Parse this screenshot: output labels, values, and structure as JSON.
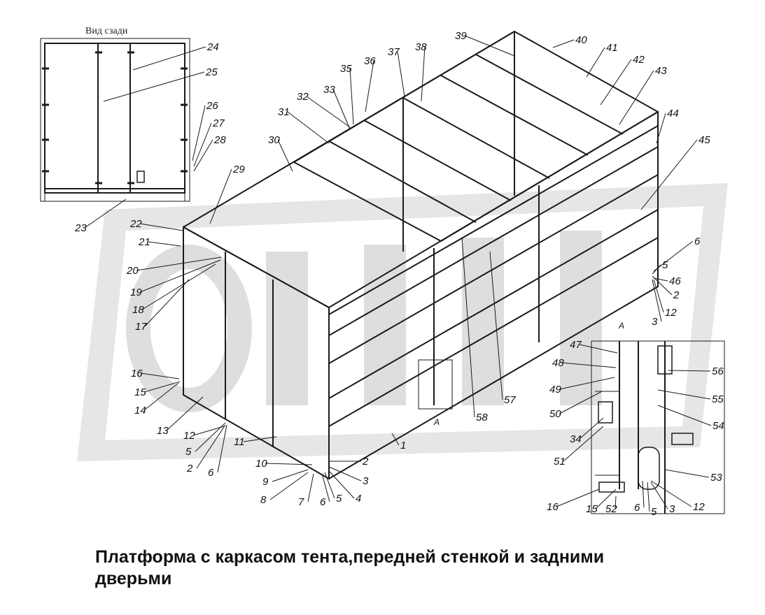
{
  "caption": {
    "line1": "Платформа с каркасом тента,передней стенкой и задними",
    "line2": "дверьми"
  },
  "inset_rear_view": {
    "title": "Вид сзади"
  },
  "detail_view": {
    "label": "A"
  },
  "section_mark": "A",
  "callout_numbers": [
    "1",
    "2",
    "3",
    "4",
    "5",
    "6",
    "7",
    "8",
    "9",
    "10",
    "11",
    "12",
    "13",
    "14",
    "15",
    "16",
    "17",
    "18",
    "19",
    "20",
    "21",
    "22",
    "23",
    "24",
    "25",
    "26",
    "27",
    "28",
    "29",
    "30",
    "31",
    "32",
    "33",
    "34",
    "35",
    "36",
    "37",
    "38",
    "39",
    "40",
    "41",
    "42",
    "43",
    "44",
    "45",
    "46",
    "47",
    "48",
    "49",
    "50",
    "51",
    "52",
    "53",
    "54",
    "55",
    "56",
    "57",
    "58"
  ],
  "colors": {
    "line": "#1a1a1a",
    "watermark": "#d9d9d9",
    "background": "#ffffff"
  }
}
